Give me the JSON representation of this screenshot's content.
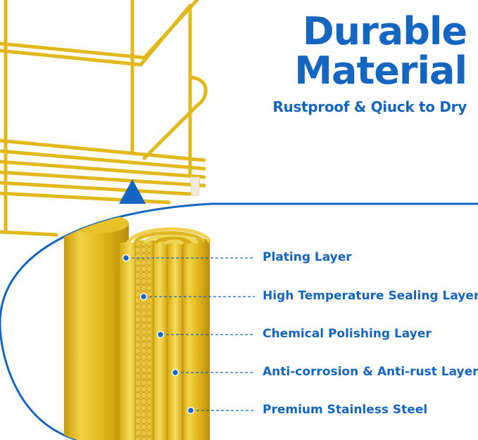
{
  "heading": {
    "line1": "Durable",
    "line2": "Material",
    "subtitle": "Rustproof & Qiuck to Dry"
  },
  "layers": [
    {
      "label": "Plating Layer"
    },
    {
      "label": "High Temperature Sealing Layer"
    },
    {
      "label": "Chemical Polishing Layer"
    },
    {
      "label": "Anti-corrosion & Anti-rust Layer"
    },
    {
      "label": "Premium Stainless Steel"
    }
  ],
  "colors": {
    "accent_blue": "#1466c0",
    "gold": "#e8c22a",
    "gold_dark": "#c9a010",
    "gold_light": "#f5dd5e"
  }
}
